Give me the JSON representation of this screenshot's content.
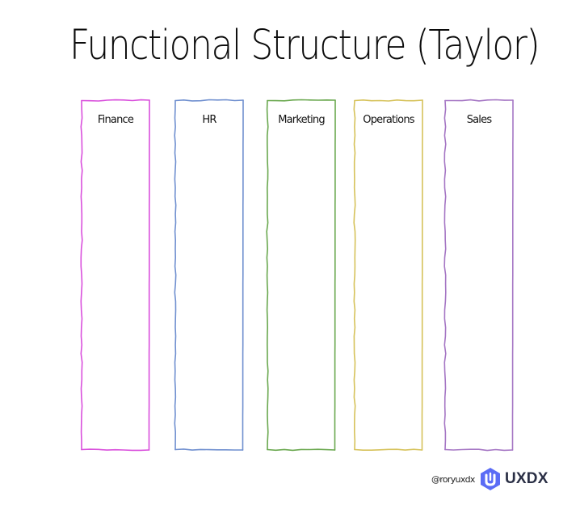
{
  "title": "Functional Structure (Taylor)",
  "columns": [
    {
      "label": "Finance",
      "color": "#d94fdc"
    },
    {
      "label": "HR",
      "color": "#6f8fcf"
    },
    {
      "label": "Marketing",
      "color": "#6aa84f"
    },
    {
      "label": "Operations",
      "color": "#d6c25a"
    },
    {
      "label": "Sales",
      "color": "#a576c4"
    }
  ],
  "footer": {
    "handle": "@roryuxdx",
    "logo_text": "UXDX",
    "logo_color": "#5b6cf5"
  }
}
